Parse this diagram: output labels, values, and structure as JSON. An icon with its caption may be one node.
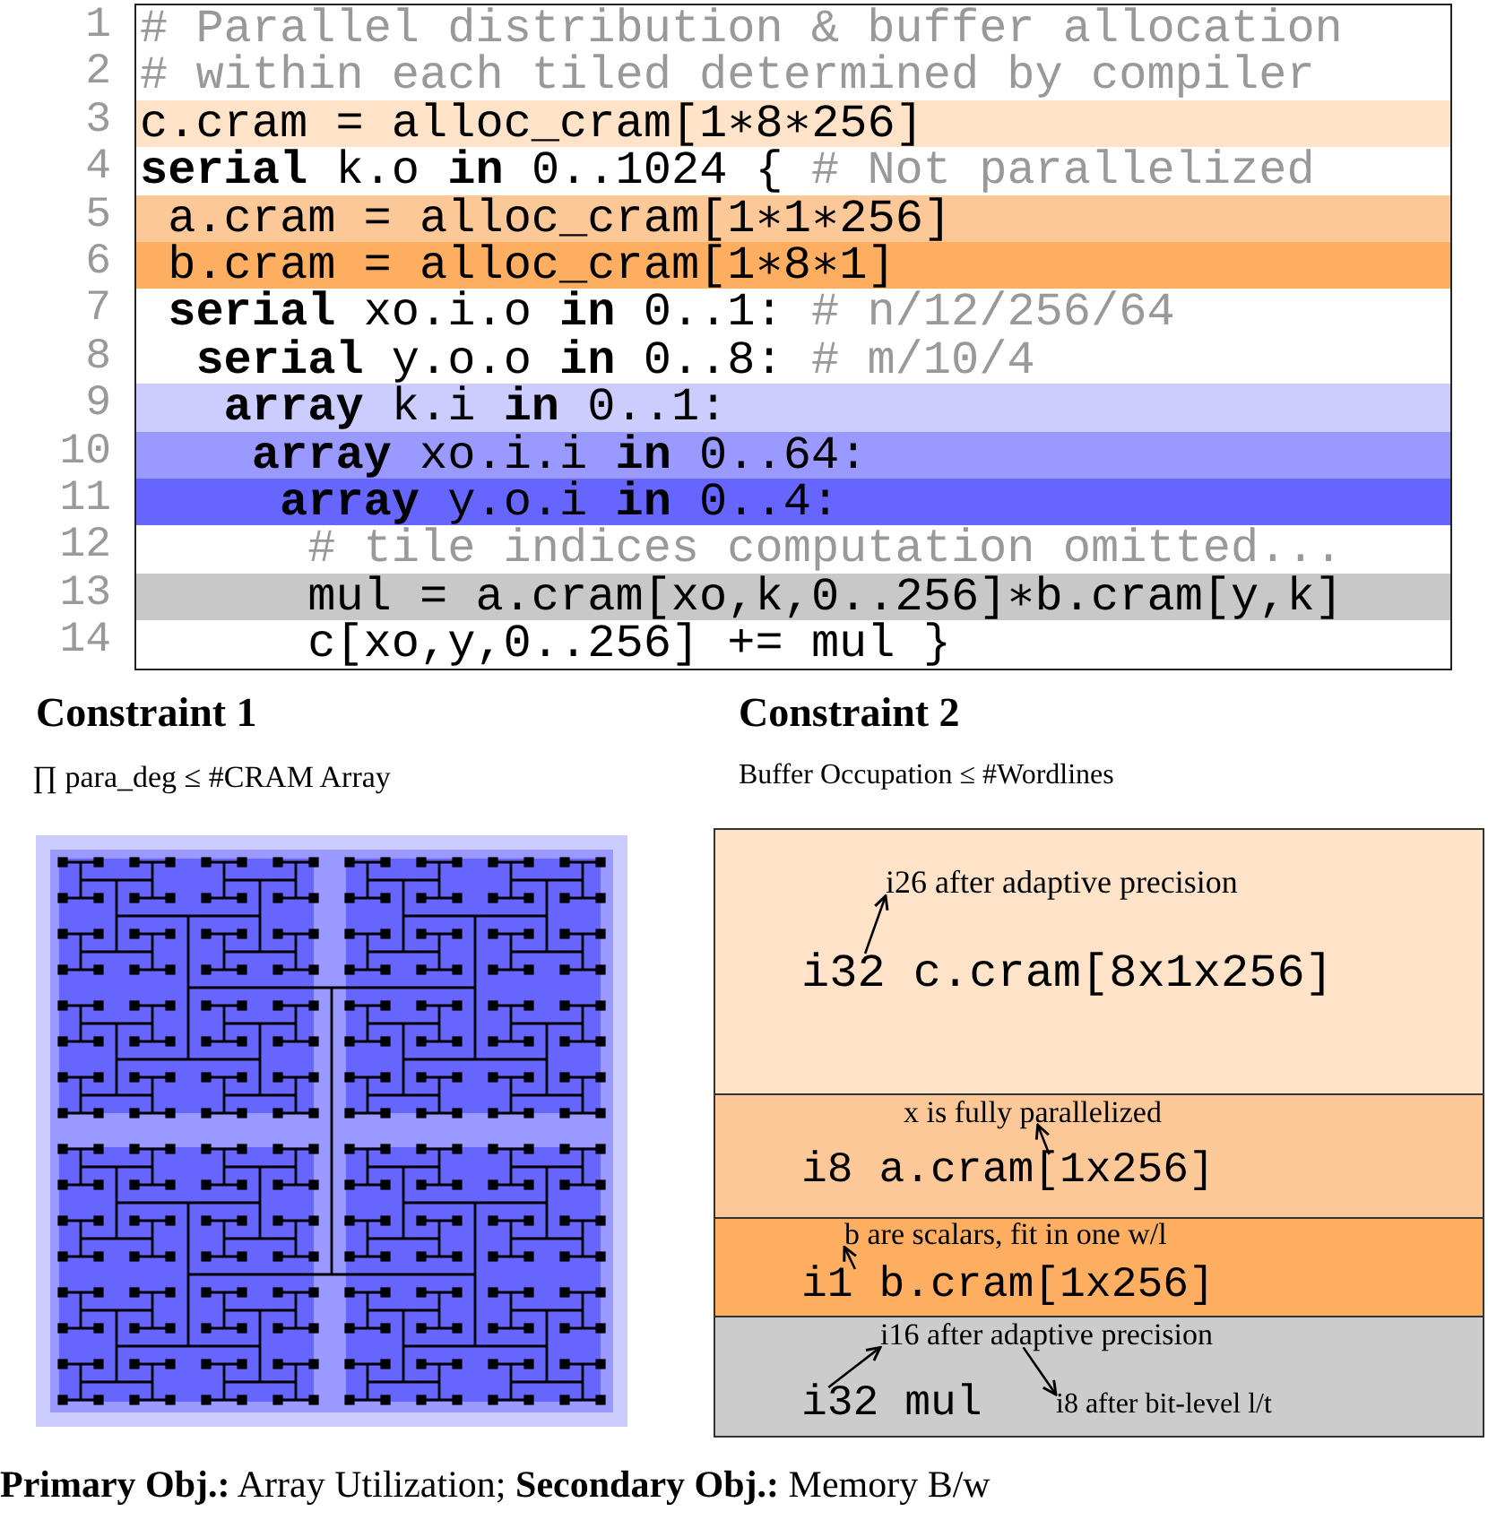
{
  "diagram": {
    "nodes": [
      {
        "text": [],
        "shape": "box"
      },
      {
        "text": [
          "i32 c.cram[8x1x256]"
        ],
        "in": 0
      },
      {
        "text": [
          "i26 after adaptive precision"
        ],
        "in": 0
      },
      {
        "text": [],
        "shape": "box"
      },
      {
        "text": [
          "i8 a.cram[1x256]"
        ],
        "in": 3
      },
      {
        "text": [
          "x is fully parallelized"
        ],
        "in": 3
      },
      {
        "text": [],
        "shape": "box"
      },
      {
        "text": [
          "i1 b.cram[1x256]"
        ],
        "in": 6
      },
      {
        "text": [
          "b are scalars, fit in one w/l"
        ],
        "in": 6
      },
      {
        "text": [],
        "shape": "box"
      },
      {
        "text": [
          "i32 mul"
        ],
        "in": 9
      },
      {
        "text": [
          "i16 after adaptive precision"
        ],
        "in": 9
      },
      {
        "text": [
          "i8 after bit-level l/t"
        ],
        "in": 9
      }
    ],
    "edges": [
      {
        "from": 1,
        "to": 2,
        "arrow": "to"
      },
      {
        "from": 4,
        "to": 5,
        "arrow": "to"
      },
      {
        "from": 7,
        "to": 8,
        "arrow": "to"
      },
      {
        "from": 10,
        "to": 11,
        "arrow": "to"
      },
      {
        "from": 11,
        "to": 12,
        "arrow": "to"
      }
    ],
    "labels": [
      "1",
      "# Parallel distribution & buffer allocation",
      "2",
      "# within each tiled determined by compiler",
      "3",
      "c.cram = alloc_cram[1∗8∗256]",
      "4",
      "**serial** k.o **in** 0..1024 {",
      "# Not parallelized",
      "5",
      "a.cram = alloc_cram[1∗1∗256]",
      "6",
      "b.cram = alloc_cram[1∗8∗1]",
      "7",
      "**serial** xo.i.o **in** 0..1:",
      "# n/12/256/64",
      "8",
      "**serial** y.o.o **in** 0..8:",
      "# m/10/4",
      "9",
      "**array** k.i **in** 0..1:",
      "10",
      "**array** xo.i.i **in** 0..64:",
      "11",
      "**array** y.o.i **in** 0..4:",
      "12",
      "# tile indices computation omitted...",
      "13",
      "mul = a.cram[xo,k,0..256]∗b.cram[y,k]",
      "14",
      "c[xo,y,0..256] += mul }",
      "Constraint 1",
      "Constraint 2",
      "∏ para_deg ≤ #CRAM Array",
      "Buffer Occupation ≤ #Wordlines",
      "**Primary Obj.:** Array Utilization; **Secondary Obj.:** Memory B/w"
    ]
  }
}
